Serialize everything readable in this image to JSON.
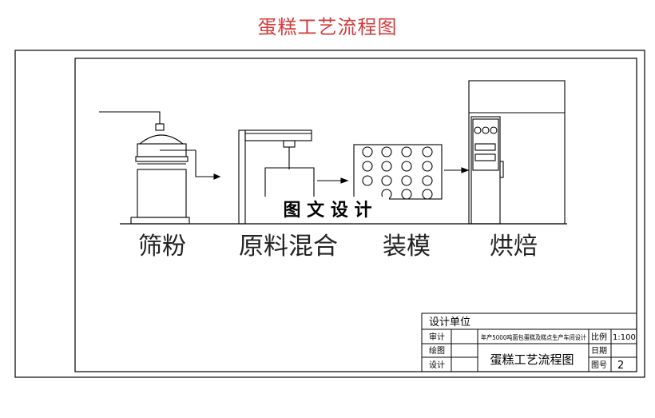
{
  "title": "蛋糕工艺流程图",
  "overlay_label": "图 文 设 计",
  "stages": [
    {
      "label": "筛粉"
    },
    {
      "label": "原料混合"
    },
    {
      "label": "装模"
    },
    {
      "label": "烘焙"
    }
  ],
  "title_block": {
    "design_unit": "设计单位",
    "review": "审计",
    "drawing": "绘图",
    "design": "设计",
    "project": "年产5000吨面包蛋糕及糕点生产车间设计",
    "drawing_name": "蛋糕工艺流程图",
    "scale_label": "比例",
    "scale_value": "1:100",
    "date_label": "日期",
    "sheet_label": "图号",
    "sheet_value": "2"
  }
}
